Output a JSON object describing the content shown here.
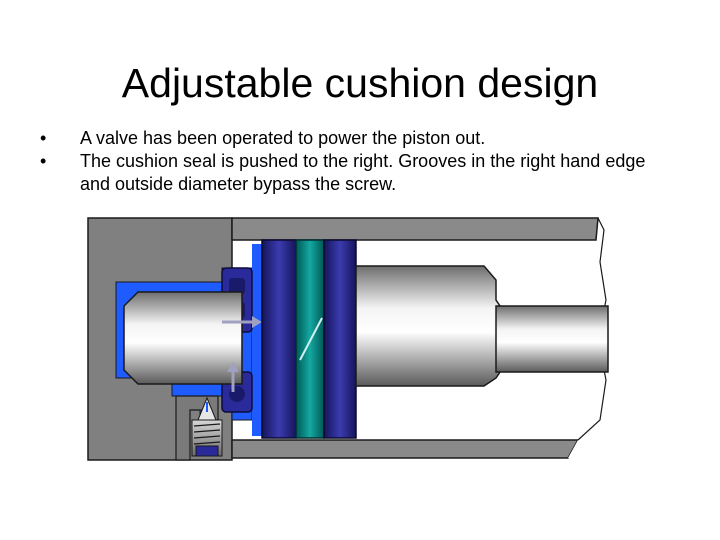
{
  "slide": {
    "title": "Adjustable cushion design",
    "bullets": [
      "A valve has been operated to power the piston out.",
      "The cushion seal is pushed to the right. Grooves in the right hand edge and outside diameter bypass the screw."
    ],
    "bullet_glyph": "•"
  },
  "colors": {
    "cylinder_grey": "#7f7f7f",
    "fluid_blue": "#1f5cff",
    "piston_navy": "#23237a",
    "seal_teal": "#008080",
    "rod_light": "#e0e0e0"
  }
}
